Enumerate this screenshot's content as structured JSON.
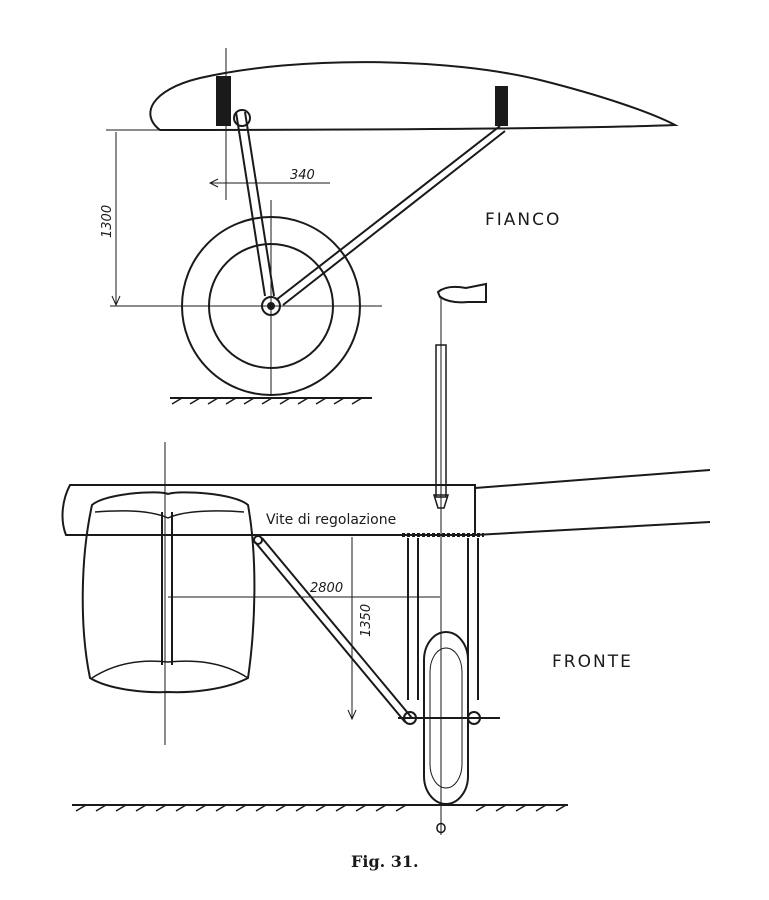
{
  "side_view": {
    "label": "FIANCO",
    "dim_offset": "340",
    "dim_height": "1300"
  },
  "front_view": {
    "label": "FRONTE",
    "note": "Vite di regolazione",
    "dim_span": "2800",
    "dim_height": "1350"
  },
  "caption": "Fig. 31."
}
